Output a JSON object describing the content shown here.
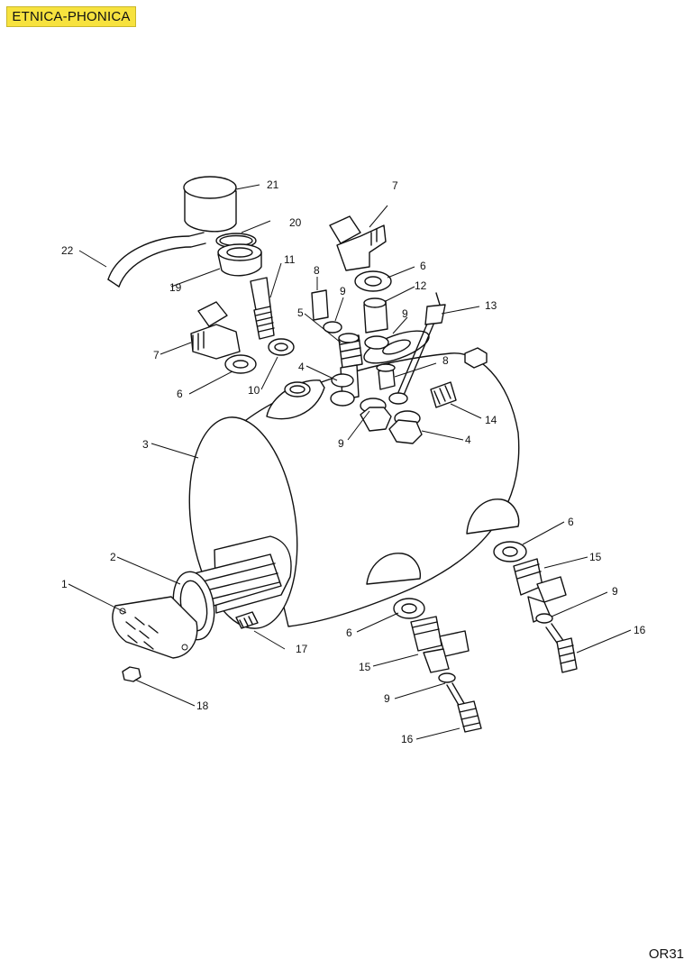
{
  "header": {
    "brand_label": "ETNICA-PHONICA",
    "accent_color": "#f7e23e"
  },
  "footer": {
    "page_code": "OR31"
  },
  "diagram": {
    "callouts": [
      "1",
      "2",
      "3",
      "4",
      "4",
      "5",
      "6",
      "6",
      "6",
      "6",
      "7",
      "7",
      "8",
      "8",
      "9",
      "9",
      "9",
      "9",
      "9",
      "10",
      "11",
      "12",
      "13",
      "14",
      "15",
      "15",
      "16",
      "16",
      "17",
      "18",
      "19",
      "20",
      "21",
      "22"
    ]
  }
}
